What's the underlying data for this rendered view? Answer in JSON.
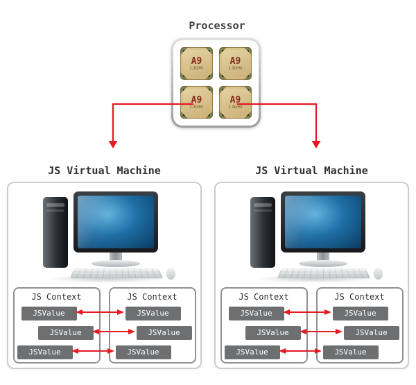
{
  "colors": {
    "arrow": "#e31b23",
    "jsvalue_bg": "#6e6f71",
    "context_border": "#909090",
    "card_border": "#cccccc",
    "chip_body": "#d9c592",
    "chip_text": "#8a2a1e",
    "chip_corner": "#14381c",
    "screen_blue": "#1f6fa6"
  },
  "processor": {
    "title": "Processor",
    "chips": [
      {
        "name": "A9",
        "freq": "1.3GHz"
      },
      {
        "name": "A9",
        "freq": "1.3GHz"
      },
      {
        "name": "A9",
        "freq": "1.3GHz"
      },
      {
        "name": "A9",
        "freq": "1.3GHz"
      }
    ]
  },
  "vms": [
    {
      "label": "JS Virtual Machine",
      "contexts": [
        {
          "label": "JS Context",
          "values": [
            "JSValue",
            "JSValue",
            "JSValue"
          ]
        },
        {
          "label": "JS Context",
          "values": [
            "JSValue",
            "JSValue",
            "JSValue"
          ]
        }
      ]
    },
    {
      "label": "JS Virtual Machine",
      "contexts": [
        {
          "label": "JS Context",
          "values": [
            "JSValue",
            "JSValue",
            "JSValue"
          ]
        },
        {
          "label": "JS Context",
          "values": [
            "JSValue",
            "JSValue",
            "JSValue"
          ]
        }
      ]
    }
  ]
}
